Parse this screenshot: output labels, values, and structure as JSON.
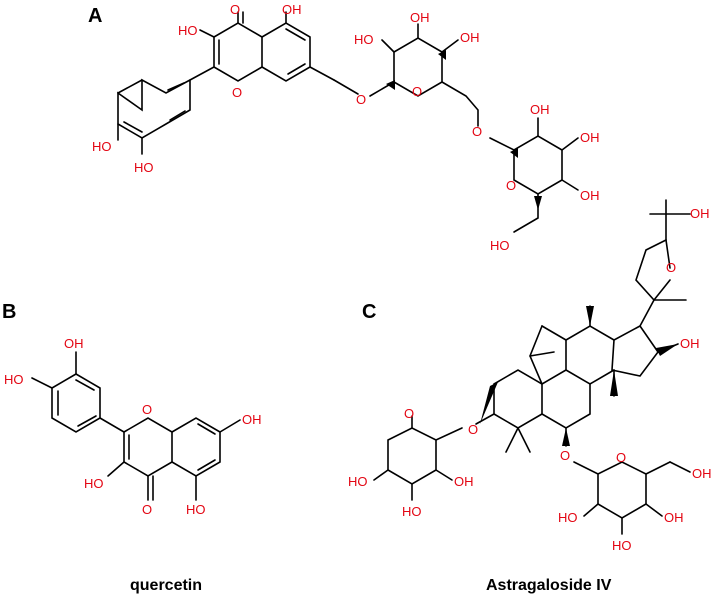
{
  "panels": {
    "a": {
      "letter": "A"
    },
    "b": {
      "letter": "B",
      "caption": "quercetin"
    },
    "c": {
      "letter": "C",
      "caption": "Astragaloside IV"
    }
  },
  "atoms": {
    "hydroxyl": "OH",
    "hydroxyl_left": "HO",
    "oxygen": "O"
  },
  "colors": {
    "heteroatom": "#e30613",
    "bond": "#000000"
  }
}
